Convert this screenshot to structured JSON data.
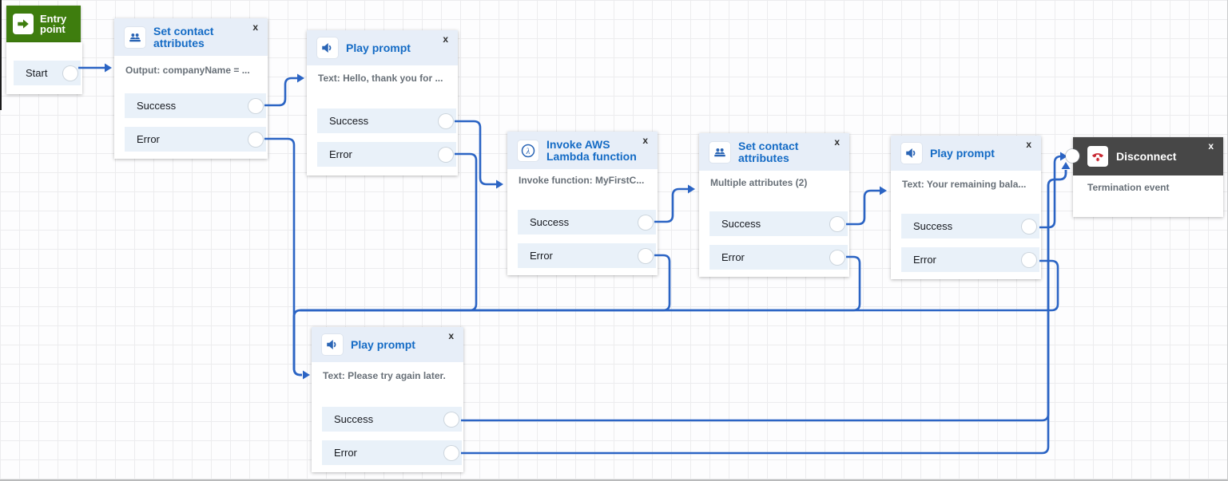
{
  "colors": {
    "connector-blue": "#2b64c4",
    "accent-blue": "#146bc5",
    "icon-blue": "#2a65b5",
    "entry-green": "#3e7d0e",
    "disconnect-gray": "#474747"
  },
  "ui": {
    "close_label": "x",
    "success_label": "Success",
    "error_label": "Error"
  },
  "entry": {
    "title": "Entry point"
  },
  "start": {
    "label": "Start"
  },
  "nodes": {
    "sca1": {
      "title": "Set contact attributes",
      "icon": "contact-attributes-icon",
      "summary": "Output: companyName = ..."
    },
    "pp1": {
      "title": "Play prompt",
      "icon": "speaker-icon",
      "summary": "Text: Hello, thank you for ..."
    },
    "lambda": {
      "title": "Invoke AWS Lambda function",
      "icon": "lambda-icon",
      "summary": "Invoke function: MyFirstC..."
    },
    "sca2": {
      "title": "Set contact attributes",
      "icon": "contact-attributes-icon",
      "summary": "Multiple attributes (2)"
    },
    "pp3": {
      "title": "Play prompt",
      "icon": "speaker-icon",
      "summary": "Text: Your remaining bala..."
    },
    "disconnect": {
      "title": "Disconnect",
      "icon": "phone-hangup-icon",
      "summary": "Termination event"
    },
    "pp4": {
      "title": "Play prompt",
      "icon": "speaker-icon",
      "summary": "Text: Please try again later."
    }
  }
}
